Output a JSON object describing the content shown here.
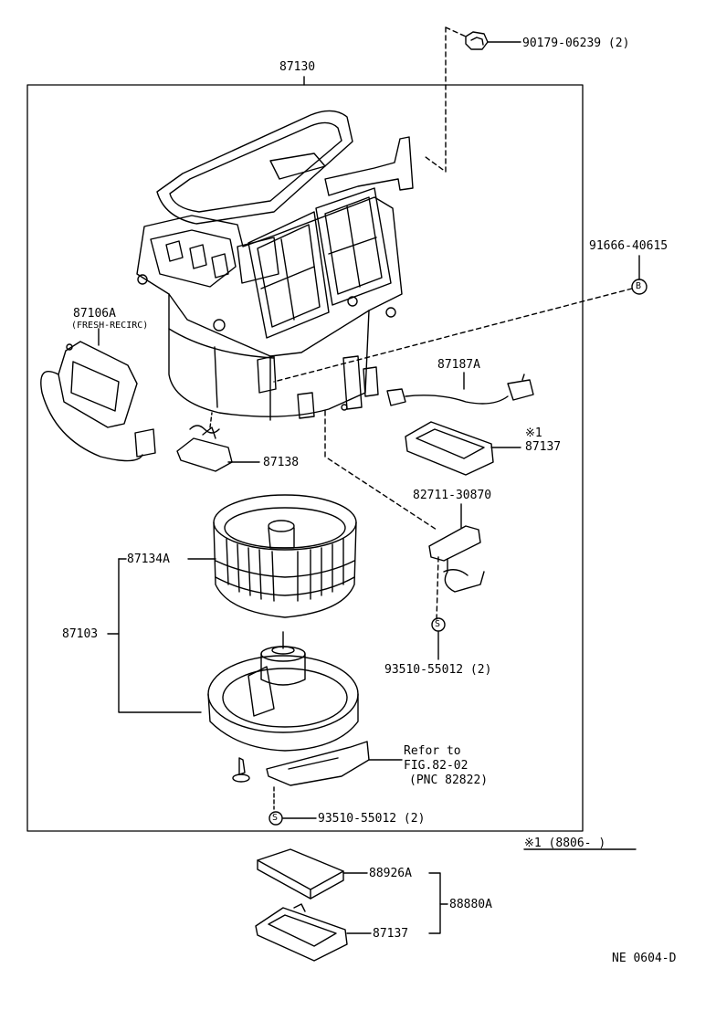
{
  "parts": {
    "bolt_top": "90179-06239 (2)",
    "housing": "87130",
    "bolt_b": "91666-40615",
    "b_marker": "B",
    "servo": "87106A",
    "servo_note": "(FRESH-RECIRC)",
    "harness": "87187A",
    "filter_note": "※1",
    "filter": "87137",
    "resistor": "87138",
    "bracket": "82711-30870",
    "fan": "87134A",
    "blower_assy": "87103",
    "s_marker": "S",
    "screw_right": "93510-55012 (2)",
    "refer_line1": "Refor to",
    "refer_line2": "FIG.82-02",
    "refer_line3": "(PNC 82822)",
    "screw_bottom": "93510-55012 (2)",
    "date_note": "※1 (8806-        )",
    "element": "88926A",
    "filter_kit": "88880A",
    "filter_case": "87137",
    "figure_code": "NE 0604-D"
  }
}
